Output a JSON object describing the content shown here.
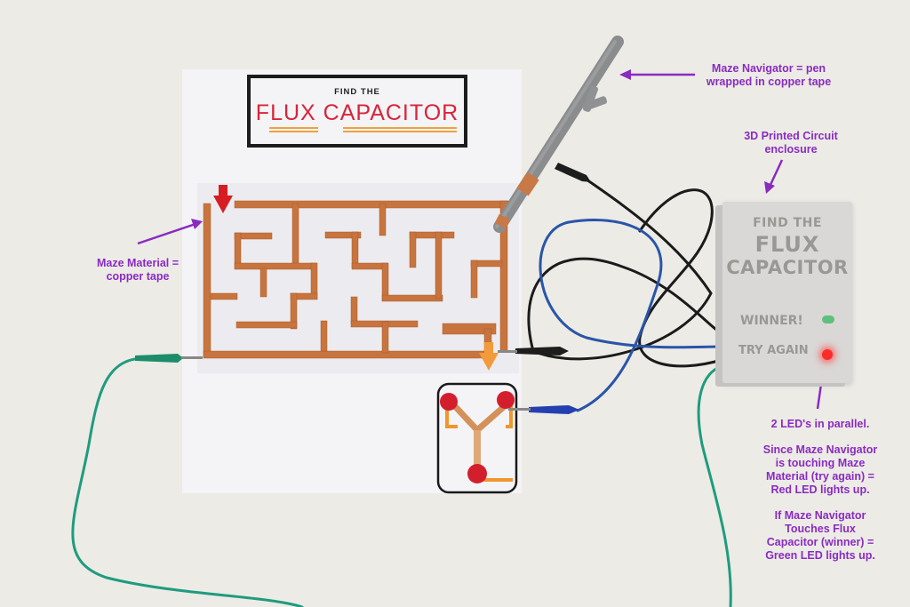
{
  "scene": {
    "description": "Maze game circuit: copper tape maze on paper, copper-wrapped pen navigator, 3D printed enclosure with 2 LEDs",
    "background_color": "#ecebe6",
    "paper_color": "#f4f4f7",
    "copper_color": "#c8743e",
    "annotation_color": "#8a2bc0"
  },
  "paper": {
    "title_small": "FIND THE",
    "title_big": "FLUX CAPACITOR"
  },
  "enclosure": {
    "line1": "FIND THE",
    "line2": "FLUX",
    "line3": "CAPACITOR",
    "winner_label": "WINNER!",
    "try_again_label": "TRY AGAIN",
    "led_green_state": "off",
    "led_red_state": "on"
  },
  "annotations": {
    "navigator": {
      "line1": "Maze Navigator = pen",
      "line2": "wrapped in copper tape"
    },
    "enclosure": {
      "line1": "3D Printed Circuit",
      "line2": "enclosure"
    },
    "maze_material": {
      "line1": "Maze Material =",
      "line2": "copper tape"
    },
    "leds": {
      "line1": "2 LED's in parallel.",
      "para2": [
        "Since Maze Navigator",
        "is touching Maze",
        "Material (try again) =",
        "Red LED lights up."
      ],
      "para3": [
        "If Maze Navigator",
        "Touches Flux",
        "Capacitor (winner) =",
        "Green LED lights up."
      ]
    }
  }
}
